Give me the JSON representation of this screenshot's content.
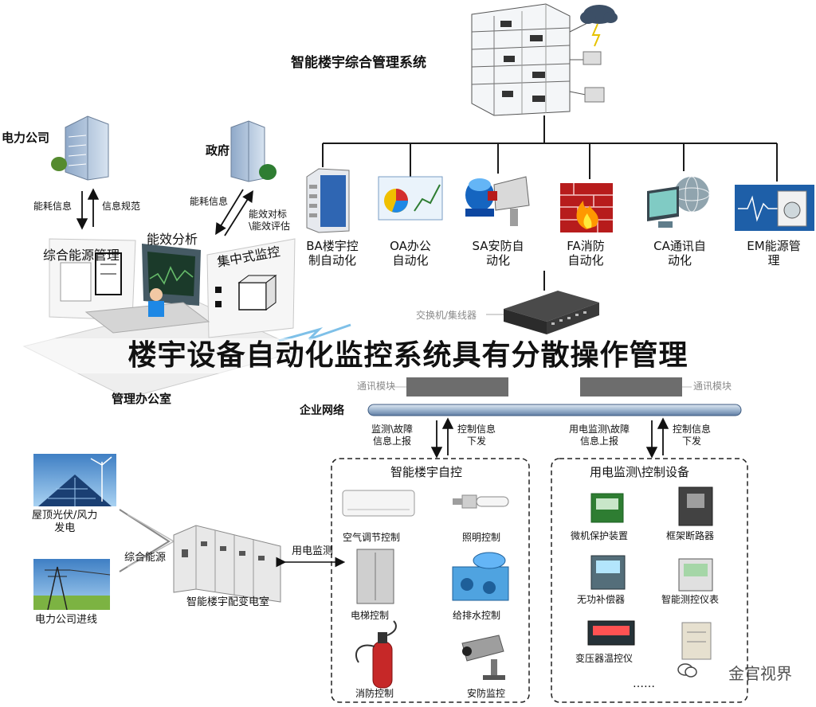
{
  "banner": "楼宇设备自动化监控系统具有分散操作管理",
  "top": {
    "main_system": "智能楼宇综合管理系统",
    "subsystems": [
      {
        "line1": "BA楼宇控",
        "line2": "制自动化"
      },
      {
        "line1": "OA办公",
        "line2": "自动化"
      },
      {
        "line1": "SA安防自",
        "line2": "动化"
      },
      {
        "line1": "FA消防",
        "line2": "自动化"
      },
      {
        "line1": "CA通讯自",
        "line2": "动化"
      },
      {
        "line1": "EM能源管",
        "line2": "理"
      }
    ]
  },
  "left": {
    "power_company": "电力公司",
    "government": "政府",
    "energy_info_left": "能耗信息",
    "info_spec": "信息规范",
    "energy_info_gov": "能耗信息",
    "efficiency_eval": "能效对标\\能效评估",
    "energy_mgmt": "综合能源管理",
    "efficiency_analysis": "能效分析",
    "central_monitor": "集中式监控",
    "office": "管理办公室"
  },
  "network": {
    "switch": "交换机/集线器",
    "comm_module_left": "通讯模块",
    "comm_module_right": "通讯模块",
    "enterprise_network": "企业网络",
    "left_up": "监测\\故障\n信息上报",
    "left_down": "控制信息\n下发",
    "right_up": "用电监测\\故障\n信息上报",
    "right_down": "控制信息\n下发"
  },
  "bottom_left": {
    "rooftop": "屋顶光伏/风力\n发电",
    "grid_in": "电力公司进线",
    "combined_energy": "综合能源",
    "substation": "智能楼宇配变电室",
    "power_monitor": "用电监测"
  },
  "building_control": {
    "title": "智能楼宇自控",
    "items": [
      "空气调节控制",
      "照明控制",
      "电梯控制",
      "给排水控制",
      "消防控制",
      "安防监控"
    ]
  },
  "power_devices": {
    "title": "用电监测\\控制设备",
    "items": [
      "微机保护装置",
      "框架断路器",
      "无功补偿器",
      "智能测控仪表",
      "变压器温控仪",
      "……"
    ]
  },
  "watermark": "金官视界",
  "colors": {
    "network_bar": "#9fb6d0",
    "line": "#1a1a1a",
    "fire": "#c62828",
    "screen": "#2e7d32"
  }
}
